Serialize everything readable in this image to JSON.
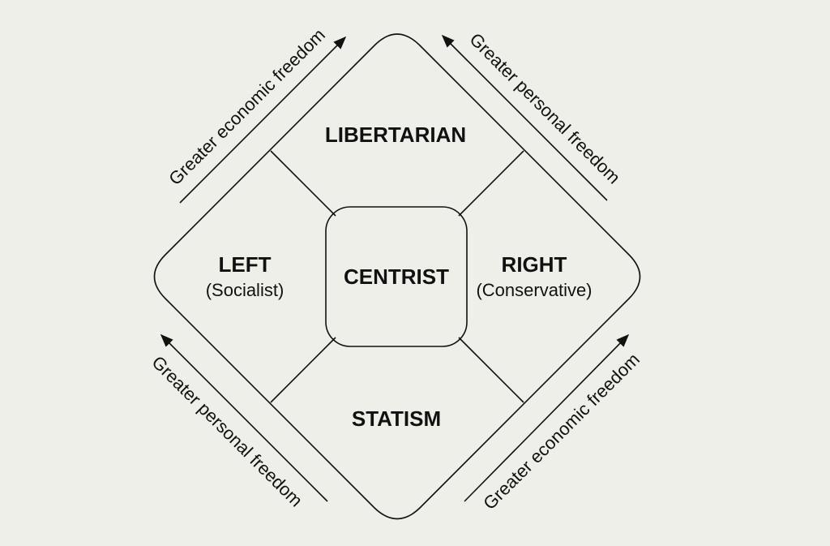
{
  "diagram": {
    "top": "LIBERTARIAN",
    "left": "LEFT",
    "left_sub": "(Socialist)",
    "right": "RIGHT",
    "right_sub": "(Conservative)",
    "center": "CENTRIST",
    "bottom": "STATISM",
    "upper_left_arrow": "Greater economic freedom",
    "upper_right_arrow": "Greater personal freedom",
    "lower_left_arrow": "Greater personal freedom",
    "lower_right_arrow": "Greater economic freedom"
  },
  "colors": {
    "background": "#efefea",
    "ink": "#111111"
  }
}
